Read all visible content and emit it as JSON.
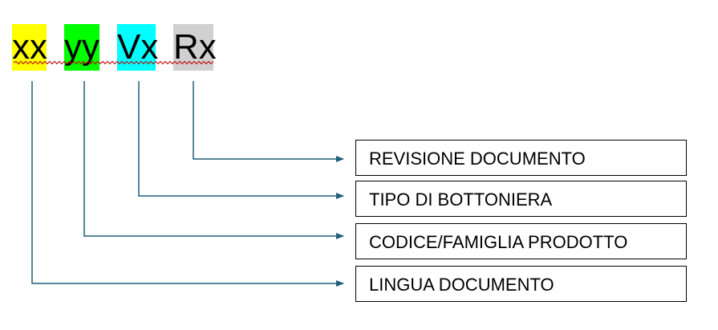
{
  "code": {
    "segments": [
      {
        "id": "xx",
        "text": "xx",
        "highlight": "#ffff00"
      },
      {
        "id": "yy",
        "text": "yy",
        "highlight": "#00ff00"
      },
      {
        "id": "vx",
        "text": "Vx",
        "highlight": "#00ffff"
      },
      {
        "id": "rx",
        "text": "Rx",
        "highlight": "#d0d0d0"
      }
    ]
  },
  "labels": {
    "revisione": "REVISIONE DOCUMENTO",
    "tipo": "TIPO DI BOTTONIERA",
    "codice": "CODICE/FAMIGLIA PRODOTTO",
    "lingua": "LINGUA DOCUMENTO"
  },
  "colors": {
    "connector": "#1f5f7a",
    "spellcheck_underline": "#c00000"
  }
}
